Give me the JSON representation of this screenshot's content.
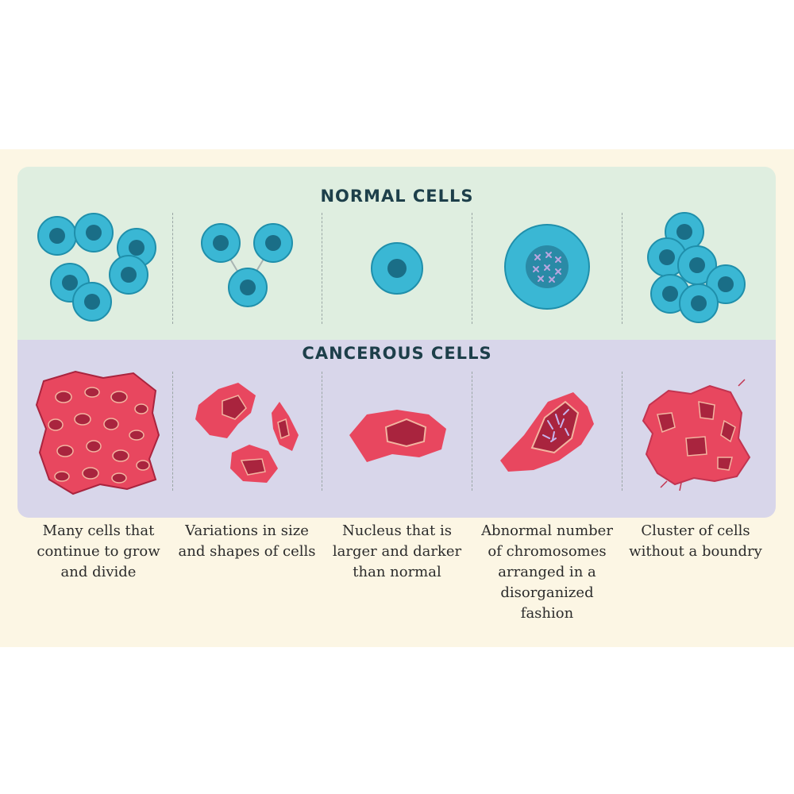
{
  "titles": {
    "normal": "NORMAL CELLS",
    "cancerous": "CANCEROUS CELLS"
  },
  "captions": [
    "Many cells that continue to grow and divide",
    "Variations in size and shapes of cells",
    "Nucleus that is larger and darker than normal",
    "Abnormal number of chromosomes arranged in a disorganized fashion",
    "Cluster of cells without a boundry"
  ],
  "colors": {
    "normal_band": "#dfeee0",
    "cancer_band": "#d8d6ea",
    "normal_cell": "#3ab7d4",
    "normal_nucleus": "#1a6e87",
    "cancer_cell": "#e8475f",
    "cancer_nucleus": "#a9243e"
  }
}
